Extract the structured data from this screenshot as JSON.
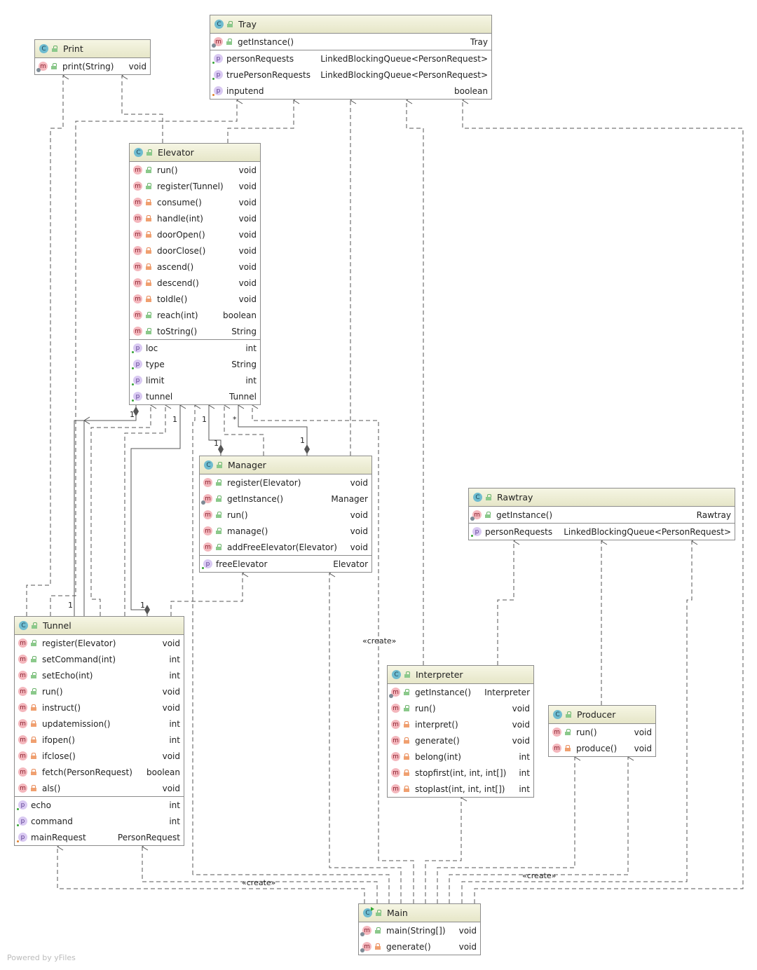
{
  "classes": {
    "print": {
      "name": "Print",
      "methods": [
        {
          "name": "print(String)",
          "type": "void",
          "vis": "public",
          "static": true
        }
      ],
      "fields": []
    },
    "tray": {
      "name": "Tray",
      "methods": [
        {
          "name": "getInstance()",
          "type": "Tray",
          "vis": "public",
          "static": true
        }
      ],
      "fields": [
        {
          "name": "personRequests",
          "type": "LinkedBlockingQueue<PersonRequest>",
          "mod": "green"
        },
        {
          "name": "truePersonRequests",
          "type": "LinkedBlockingQueue<PersonRequest>",
          "mod": "green"
        },
        {
          "name": "inputend",
          "type": "boolean",
          "mod": "orange"
        }
      ]
    },
    "elevator": {
      "name": "Elevator",
      "methods": [
        {
          "name": "run()",
          "type": "void",
          "vis": "public"
        },
        {
          "name": "register(Tunnel)",
          "type": "void",
          "vis": "public"
        },
        {
          "name": "consume()",
          "type": "void",
          "vis": "private"
        },
        {
          "name": "handle(int)",
          "type": "void",
          "vis": "private"
        },
        {
          "name": "doorOpen()",
          "type": "void",
          "vis": "private"
        },
        {
          "name": "doorClose()",
          "type": "void",
          "vis": "private"
        },
        {
          "name": "ascend()",
          "type": "void",
          "vis": "private"
        },
        {
          "name": "descend()",
          "type": "void",
          "vis": "private"
        },
        {
          "name": "toIdle()",
          "type": "void",
          "vis": "private"
        },
        {
          "name": "reach(int)",
          "type": "boolean",
          "vis": "public"
        },
        {
          "name": "toString()",
          "type": "String",
          "vis": "public"
        }
      ],
      "fields": [
        {
          "name": "loc",
          "type": "int",
          "mod": "green"
        },
        {
          "name": "type",
          "type": "String",
          "mod": "green"
        },
        {
          "name": "limit",
          "type": "int",
          "mod": "green"
        },
        {
          "name": "tunnel",
          "type": "Tunnel",
          "mod": "green"
        }
      ]
    },
    "manager": {
      "name": "Manager",
      "methods": [
        {
          "name": "register(Elevator)",
          "type": "void",
          "vis": "public"
        },
        {
          "name": "getInstance()",
          "type": "Manager",
          "vis": "public",
          "static": true
        },
        {
          "name": "run()",
          "type": "void",
          "vis": "public"
        },
        {
          "name": "manage()",
          "type": "void",
          "vis": "public"
        },
        {
          "name": "addFreeElevator(Elevator)",
          "type": "void",
          "vis": "public"
        }
      ],
      "fields": [
        {
          "name": "freeElevator",
          "type": "Elevator",
          "mod": "green"
        }
      ]
    },
    "rawtray": {
      "name": "Rawtray",
      "methods": [
        {
          "name": "getInstance()",
          "type": "Rawtray",
          "vis": "public",
          "static": true
        }
      ],
      "fields": [
        {
          "name": "personRequests",
          "type": "LinkedBlockingQueue<PersonRequest>",
          "mod": "green"
        }
      ]
    },
    "tunnel": {
      "name": "Tunnel",
      "methods": [
        {
          "name": "register(Elevator)",
          "type": "void",
          "vis": "public"
        },
        {
          "name": "setCommand(int)",
          "type": "int",
          "vis": "public"
        },
        {
          "name": "setEcho(int)",
          "type": "int",
          "vis": "public"
        },
        {
          "name": "run()",
          "type": "void",
          "vis": "public"
        },
        {
          "name": "instruct()",
          "type": "void",
          "vis": "private"
        },
        {
          "name": "updatemission()",
          "type": "int",
          "vis": "private"
        },
        {
          "name": "ifopen()",
          "type": "int",
          "vis": "private"
        },
        {
          "name": "ifclose()",
          "type": "void",
          "vis": "private"
        },
        {
          "name": "fetch(PersonRequest)",
          "type": "boolean",
          "vis": "private"
        },
        {
          "name": "als()",
          "type": "void",
          "vis": "private"
        }
      ],
      "fields": [
        {
          "name": "echo",
          "type": "int",
          "mod": "green"
        },
        {
          "name": "command",
          "type": "int",
          "mod": "green"
        },
        {
          "name": "mainRequest",
          "type": "PersonRequest",
          "mod": "orange"
        }
      ]
    },
    "interpreter": {
      "name": "Interpreter",
      "methods": [
        {
          "name": "getInstance()",
          "type": "Interpreter",
          "vis": "public",
          "static": true
        },
        {
          "name": "run()",
          "type": "void",
          "vis": "public"
        },
        {
          "name": "interpret()",
          "type": "void",
          "vis": "private"
        },
        {
          "name": "generate()",
          "type": "void",
          "vis": "private"
        },
        {
          "name": "belong(int)",
          "type": "int",
          "vis": "private"
        },
        {
          "name": "stopfirst(int, int, int[])",
          "type": "int",
          "vis": "private"
        },
        {
          "name": "stoplast(int, int, int[])",
          "type": "int",
          "vis": "private"
        }
      ],
      "fields": []
    },
    "producer": {
      "name": "Producer",
      "methods": [
        {
          "name": "run()",
          "type": "void",
          "vis": "public"
        },
        {
          "name": "produce()",
          "type": "void",
          "vis": "private"
        }
      ],
      "fields": []
    },
    "main": {
      "name": "Main",
      "runnable": true,
      "methods": [
        {
          "name": "main(String[])",
          "type": "void",
          "vis": "public",
          "static": true
        },
        {
          "name": "generate()",
          "type": "void",
          "vis": "private",
          "static": true
        }
      ],
      "fields": []
    }
  },
  "labels": {
    "create_1": "«create»",
    "create_2": "«create»",
    "create_3": "«create»",
    "mult_elev_tunnel": "1",
    "mult_tunnel_elev": "1",
    "mult_elev_a": "1",
    "mult_elev_b": "1",
    "mult_elev_star": "*",
    "mult_mgr_a": "1",
    "mult_mgr_b": "1",
    "mult_tun_a": "1"
  },
  "icons": {
    "class": "C",
    "method": "m",
    "field": "p"
  },
  "footer": "Powered by yFiles"
}
